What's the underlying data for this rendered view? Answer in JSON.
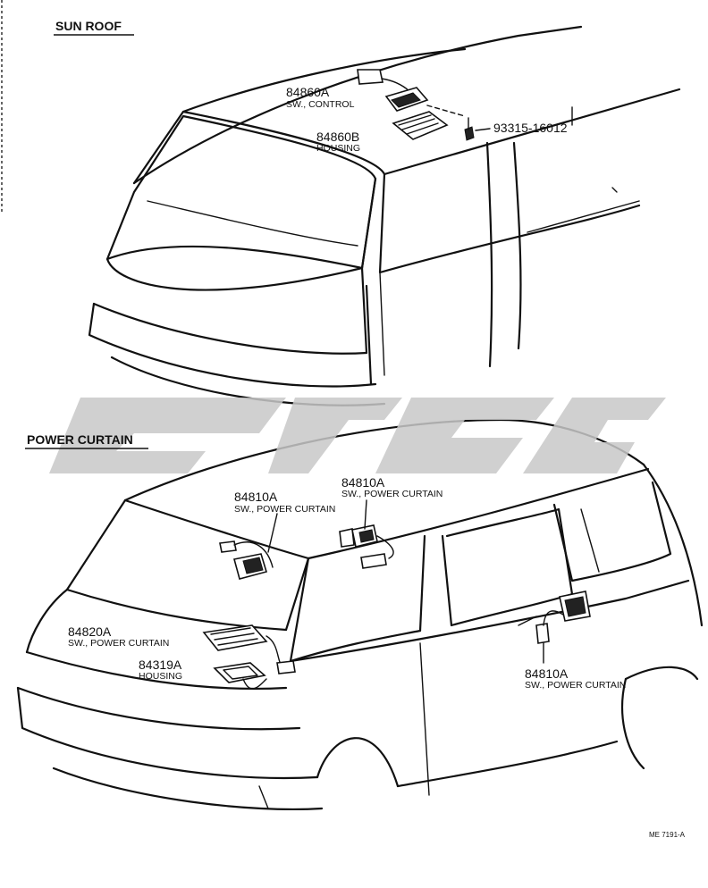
{
  "sections": {
    "sunroof_title": "SUN ROOF",
    "curtain_title": "POWER CURTAIN"
  },
  "callouts": {
    "sw_control": {
      "number": "84860A",
      "desc": "SW., CONTROL"
    },
    "housing_sunroof": {
      "number": "84860B",
      "desc": "HOUSING"
    },
    "screw": {
      "number": "93315-16012"
    },
    "curtain_left": {
      "number": "84810A",
      "desc": "SW., POWER CURTAIN"
    },
    "curtain_center": {
      "number": "84810A",
      "desc": "SW., POWER CURTAIN"
    },
    "curtain_main": {
      "number": "84820A",
      "desc": "SW., POWER CURTAIN"
    },
    "housing_curtain": {
      "number": "84319A",
      "desc": "HOUSING"
    },
    "curtain_right": {
      "number": "84810A",
      "desc": "SW., POWER CURTAIN"
    }
  },
  "footer": {
    "code": "ME 7191-A"
  },
  "watermark": {
    "color": "#c8c8c8"
  }
}
